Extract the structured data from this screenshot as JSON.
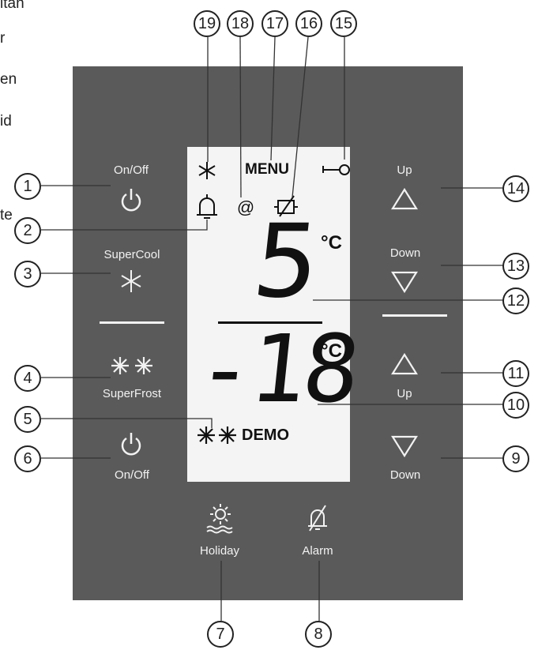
{
  "side_text_fragments": [
    "itan",
    "r",
    "en",
    "id",
    "te"
  ],
  "buttons": {
    "onoff_top": "On/Off",
    "supercool": "SuperCool",
    "superfrost": "SuperFrost",
    "onoff_bottom": "On/Off",
    "holiday": "Holiday",
    "alarm": "Alarm",
    "up_top": "Up",
    "down_top": "Down",
    "up_bottom": "Up",
    "down_bottom": "Down"
  },
  "display": {
    "menu": "MENU",
    "fridge_temp": "5",
    "freezer_temp": "-18",
    "unit": "°C",
    "demo": "DEMO"
  },
  "callouts": [
    "1",
    "2",
    "3",
    "4",
    "5",
    "6",
    "7",
    "8",
    "9",
    "10",
    "11",
    "12",
    "13",
    "14",
    "15",
    "16",
    "17",
    "18",
    "19"
  ],
  "icons": [
    "power-icon",
    "snowflake-icon",
    "double-snowflake-icon",
    "sun-icon",
    "bell-crossed-icon",
    "bell-icon",
    "at-icon",
    "filter-crossed-icon",
    "key-icon",
    "triangle-up-icon",
    "triangle-down-icon"
  ]
}
